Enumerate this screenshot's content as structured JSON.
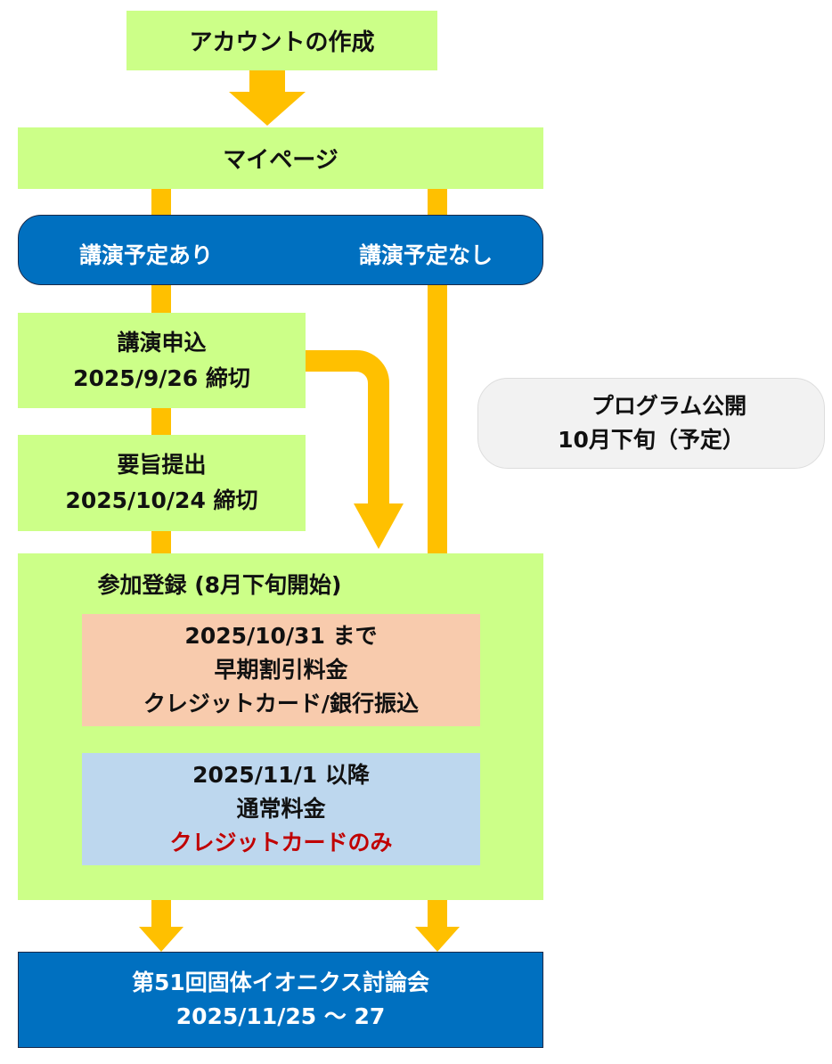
{
  "colors": {
    "step_box": "#ccff88",
    "connector_arrow": "#ffc000",
    "split_bar": "#0070c0",
    "early_box": "#f8cbad",
    "normal_box": "#bdd7ee",
    "highlight_text": "#c00000",
    "program_box": "#f2f2f2"
  },
  "account": {
    "label": "アカウントの作成"
  },
  "mypage": {
    "label": "マイページ"
  },
  "split": {
    "with_talk": "講演予定あり",
    "without_talk": "講演予定なし"
  },
  "talk_application": {
    "title": "講演申込",
    "deadline": "2025/9/26 締切"
  },
  "abstract_submission": {
    "title": "要旨提出",
    "deadline": "2025/10/24 締切"
  },
  "program_note": {
    "line1": "プログラム公開",
    "line2": "10月下旬（予定）"
  },
  "registration": {
    "title": "参加登録 (8月下旬開始)",
    "early": {
      "period": "2025/10/31  まで",
      "fee": "早期割引料金",
      "payment": "クレジットカード/銀行振込"
    },
    "normal": {
      "period": "2025/11/1  以降",
      "fee": "通常料金",
      "payment": "クレジットカードのみ"
    }
  },
  "event": {
    "name": "第51回固体イオニクス討論会",
    "dates": "2025/11/25 〜 27"
  }
}
